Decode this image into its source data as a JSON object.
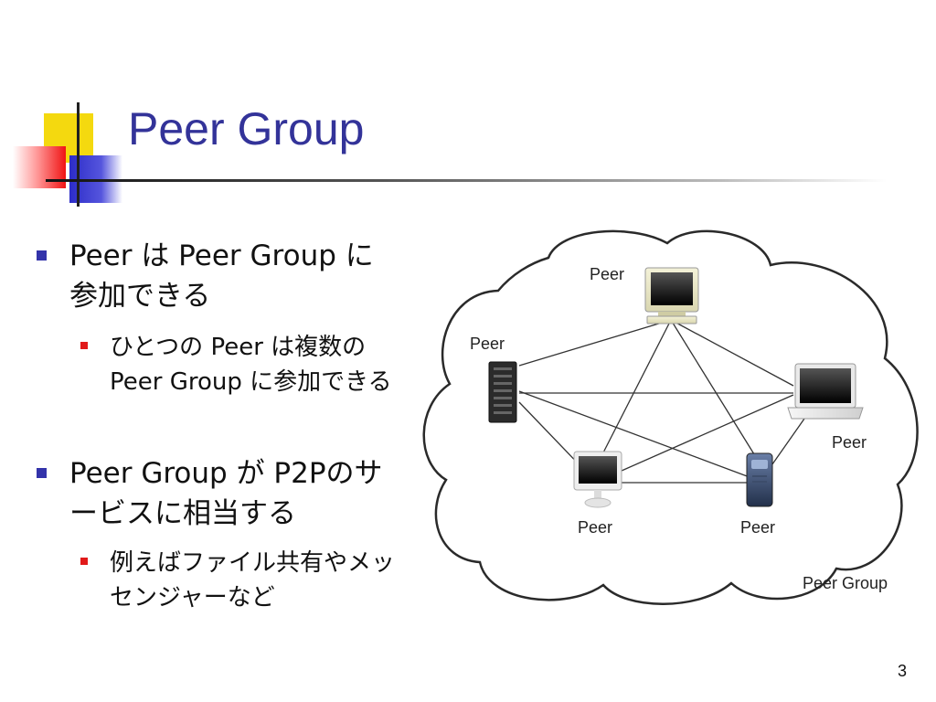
{
  "title": "Peer Group",
  "bullets": [
    {
      "text": "Peer は Peer Group に参加できる",
      "sub": [
        "ひとつの Peer は複数の Peer Group に参加できる"
      ]
    },
    {
      "text": "Peer Group が P2Pのサービスに相当する",
      "sub": [
        "例えばファイル共有やメッセンジャーなど"
      ]
    }
  ],
  "diagram": {
    "group_label": "Peer Group",
    "peers": [
      {
        "label": "Peer",
        "device": "crt-monitor-icon"
      },
      {
        "label": "Peer",
        "device": "server-rack-icon"
      },
      {
        "label": "Peer",
        "device": "laptop-icon"
      },
      {
        "label": "Peer",
        "device": "desktop-monitor-icon"
      },
      {
        "label": "Peer",
        "device": "tower-pc-icon"
      }
    ]
  },
  "page_number": "3"
}
